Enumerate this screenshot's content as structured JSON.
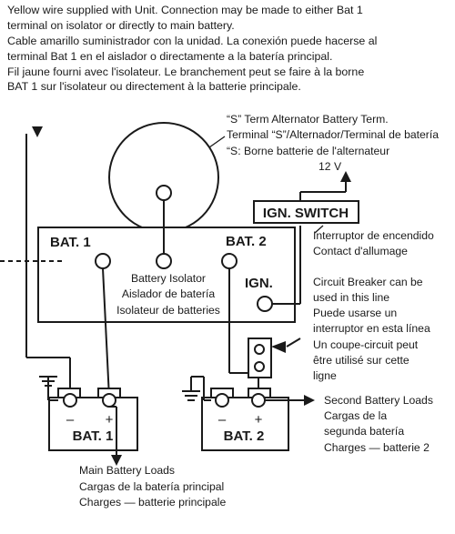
{
  "install_note": [
    "Yellow wire supplied with Unit. Connection may be made to either Bat 1",
    "terminal on isolator or directly to main battery.",
    "Cable amarillo suministrador con la unidad. La conexión puede hacerse al",
    "terminal Bat 1 en el aislador o directamente a la batería principal.",
    "Fil jaune fourni avec l'isolateur. Le branchement peut se faire à la borne",
    "BAT 1 sur l'isolateur ou directement à la batterie principale."
  ],
  "alternator_label": [
    "“S” Term Alternator Battery Term.",
    "Terminal “S”/Alternador/Terminal de batería",
    "“S: Borne batterie de l'alternateur"
  ],
  "voltage_label": "12 V",
  "ign_switch": {
    "title": "IGN. SWITCH",
    "caption": [
      "Interruptor de encendido",
      "Contact d'allumage"
    ]
  },
  "isolator": {
    "bat1_terminal": "BAT. 1",
    "bat2_terminal": "BAT. 2",
    "ign_terminal": "IGN.",
    "caption": [
      "Battery Isolator",
      "Aislador de batería",
      "Isolateur de batteries"
    ]
  },
  "circuit_breaker_label": [
    "Circuit Breaker can be",
    "used in this line",
    "Puede usarse un",
    "interruptor en esta línea",
    "Un coupe-circuit peut",
    "être utilisé sur cette",
    "ligne"
  ],
  "battery1": {
    "label": "BAT. 1",
    "minus": "–",
    "plus": "+"
  },
  "battery2": {
    "label": "BAT. 2",
    "minus": "–",
    "plus": "+"
  },
  "main_loads": [
    "Main Battery Loads",
    "Cargas de la batería principal",
    "Charges — batterie principale"
  ],
  "second_loads": [
    "Second Battery Loads",
    "Cargas de la",
    "segunda batería",
    "Charges — batterie 2"
  ]
}
